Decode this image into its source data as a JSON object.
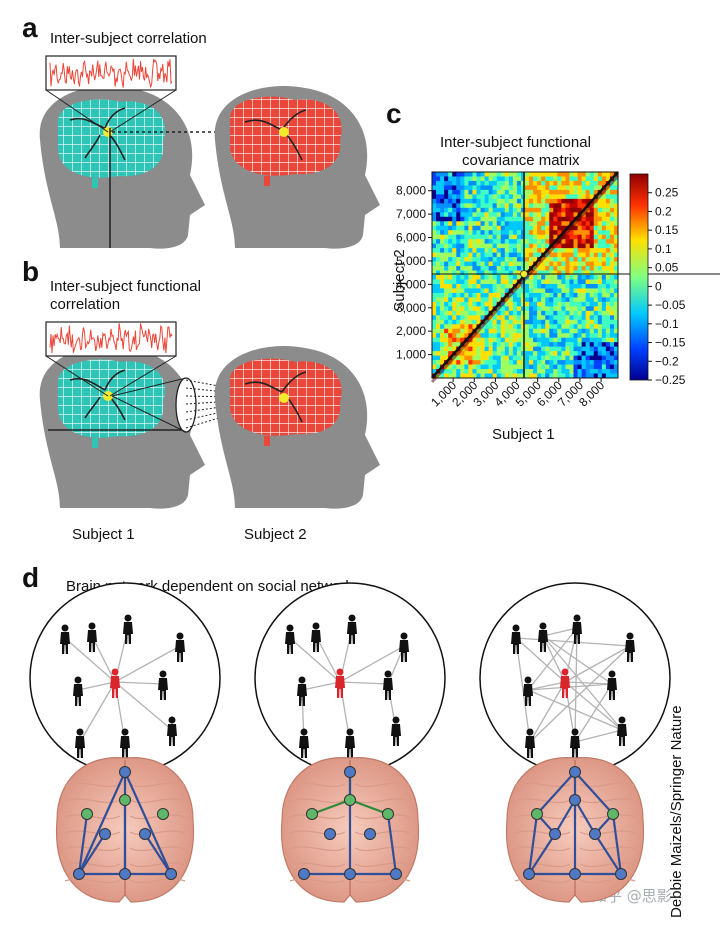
{
  "panels": {
    "a": {
      "letter": "a",
      "title": "Inter-subject correlation"
    },
    "b": {
      "letter": "b",
      "title_line1": "Inter-subject functional",
      "title_line2": "correlation",
      "subject1": "Subject 1",
      "subject2": "Subject 2"
    },
    "c": {
      "letter": "c",
      "title_line1": "Inter-subject functional",
      "title_line2": "covariance matrix"
    },
    "d": {
      "letter": "d",
      "title": "Brain network dependent on social network"
    }
  },
  "credit": "Debbie Maizels/Springer Nature",
  "watermark": "知乎 @思影",
  "colors": {
    "left_brain": "#2ec4b6",
    "right_brain": "#e8473a",
    "head": "#8c8c8c",
    "node_blue": "#4f79c4",
    "node_green": "#5fb86a",
    "person_red": "#d9262c",
    "brain_pink": "#f0b8a6"
  },
  "chart_data": {
    "type": "heatmap",
    "title": "Inter-subject functional covariance matrix",
    "xlabel": "Subject 1",
    "ylabel": "Subject 2",
    "x_ticks": [
      "1,000",
      "2,000",
      "3,000",
      "4,000",
      "5,000",
      "6,000",
      "7,000",
      "8,000"
    ],
    "y_ticks": [
      "1,000",
      "2,000",
      "3,000",
      "4,000",
      "5,000",
      "6,000",
      "7,000",
      "8,000"
    ],
    "xlim": [
      0,
      8800
    ],
    "ylim": [
      0,
      8800
    ],
    "colorbar_ticks": [
      "0.25",
      "0.2",
      "0.15",
      "0.1",
      "0.05",
      "0",
      "−0.05",
      "−0.1",
      "−0.15",
      "−0.2",
      "−0.25"
    ],
    "colorbar_range": [
      -0.25,
      0.3
    ]
  }
}
